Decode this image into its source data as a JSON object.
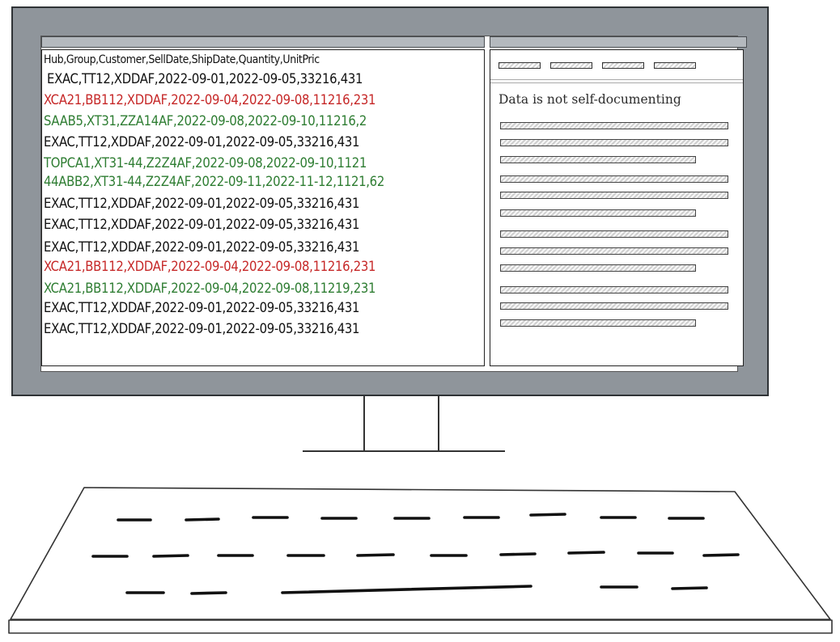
{
  "editor": {
    "lines": [
      {
        "text": "Hub,Group,Customer,SellDate,ShipDate,Quantity,UnitPric",
        "color": "#111111"
      },
      {
        "text": "EXAC,TT12,XDDAF,2022-09-01,2022-09-05,33216,431",
        "color": "#111111"
      },
      {
        "text": "XCA21,BB112,XDDAF,2022-09-04,2022-09-08,11216,231",
        "color": "#c62828"
      },
      {
        "text": "SAAB5,XT31,ZZA14AF,2022-09-08,2022-09-10,11216,2",
        "color": "#2e7d32"
      },
      {
        "text": "EXAC,TT12,XDDAF,2022-09-01,2022-09-05,33216,431",
        "color": "#111111"
      },
      {
        "text": "TOPCA1,XT31-44,Z2Z4AF,2022-09-08,2022-09-10,1121",
        "color": "#2e7d32"
      },
      {
        "text": "44ABB2,XT31-44,Z2Z4AF,2022-09-11,2022-11-12,1121,62",
        "color": "#2e7d32"
      },
      {
        "text": "EXAC,TT12,XDDAF,2022-09-01,2022-09-05,33216,431",
        "color": "#111111"
      },
      {
        "text": "EXAC,TT12,XDDAF,2022-09-01,2022-09-05,33216,431",
        "color": "#111111"
      },
      {
        "text": "EXAC,TT12,XDDAF,2022-09-01,2022-09-05,33216,431",
        "color": "#111111"
      },
      {
        "text": "XCA21,BB112,XDDAF,2022-09-04,2022-09-08,11216,231",
        "color": "#c62828"
      },
      {
        "text": "XCA21,BB112,XDDAF,2022-09-04,2022-09-08,11219,231",
        "color": "#2e7d32"
      },
      {
        "text": "EXAC,TT12,XDDAF,2022-09-01,2022-09-05,33216,431",
        "color": "#111111"
      },
      {
        "text": "EXAC,TT12,XDDAF,2022-09-01,2022-09-05,33216,431",
        "color": "#111111"
      }
    ]
  },
  "doc_panel": {
    "heading": "Data is not self-documenting"
  },
  "colors": {
    "error_text": "#c62828",
    "ok_text": "#2e7d32",
    "monitor_bezel": "#8f959b"
  }
}
